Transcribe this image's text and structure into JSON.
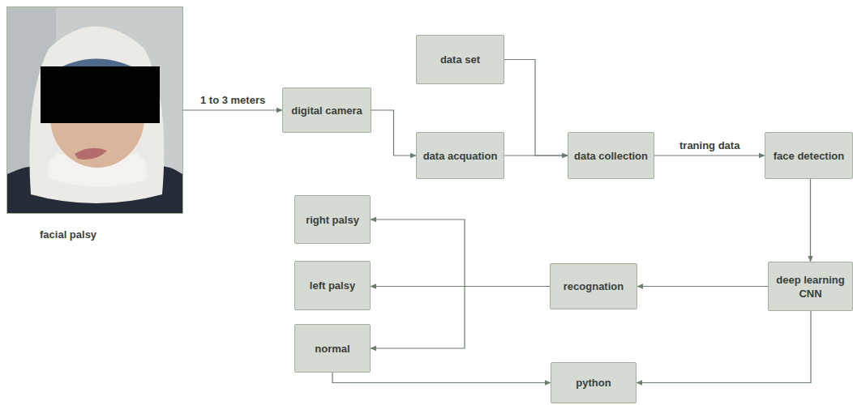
{
  "diagram": {
    "nodes": [
      {
        "text": [
          "facial palsy"
        ]
      },
      {
        "text": [
          "data set"
        ]
      },
      {
        "text": [
          "digital camera"
        ]
      },
      {
        "text": [
          "data acquation"
        ]
      },
      {
        "text": [
          "data collection"
        ]
      },
      {
        "text": [
          "face detection"
        ]
      },
      {
        "text": [
          "right palsy"
        ]
      },
      {
        "text": [
          "left palsy"
        ]
      },
      {
        "text": [
          "normal"
        ]
      },
      {
        "text": [
          "recognation"
        ]
      },
      {
        "text": [
          "deep learning CNN"
        ]
      },
      {
        "text": [
          "python"
        ]
      }
    ],
    "edges": [
      {
        "from": 0,
        "to": 2,
        "label": "1 to 3 meters",
        "arrow": "to"
      },
      {
        "from": 2,
        "to": 3,
        "arrow": "to"
      },
      {
        "from": 1,
        "to": 4,
        "arrow": "to"
      },
      {
        "from": 3,
        "to": 4,
        "arrow": "to"
      },
      {
        "from": 4,
        "to": 5,
        "label": "traning data",
        "arrow": "to"
      },
      {
        "from": 5,
        "to": 10,
        "arrow": "to"
      },
      {
        "from": 10,
        "to": 9,
        "arrow": "to"
      },
      {
        "from": 9,
        "to": 6,
        "arrow": "to"
      },
      {
        "from": 9,
        "to": 7,
        "arrow": "to"
      },
      {
        "from": 9,
        "to": 8,
        "arrow": "to"
      },
      {
        "from": 10,
        "to": 11,
        "arrow": "to"
      },
      {
        "from": 8,
        "to": 11,
        "arrow": "to"
      }
    ]
  }
}
